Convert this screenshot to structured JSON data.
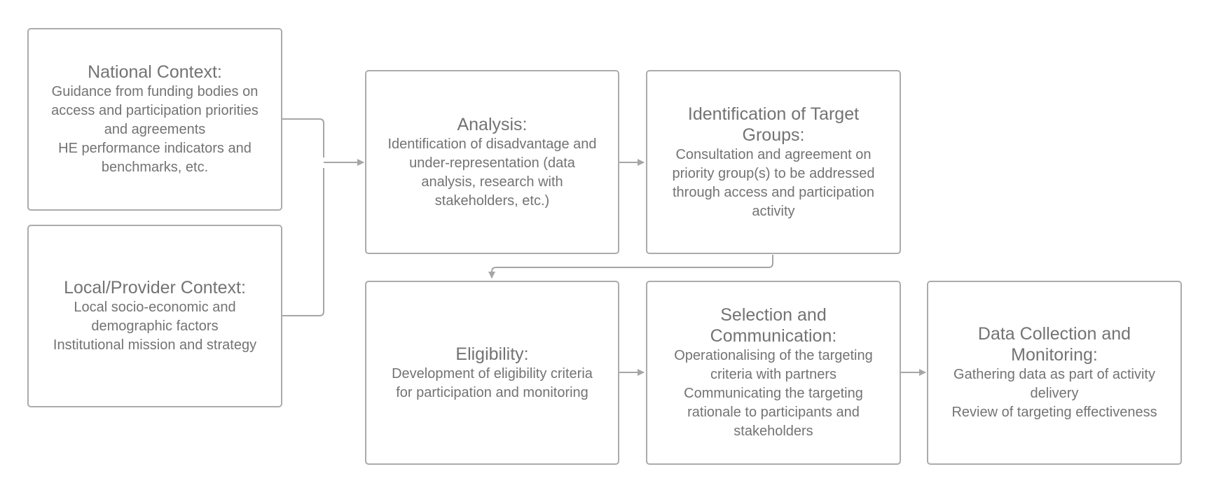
{
  "boxes": {
    "national": {
      "title": "National Context:",
      "lines": [
        "Guidance from funding bodies on",
        "access and participation priorities",
        "and agreements",
        "HE performance indicators and",
        "benchmarks, etc."
      ]
    },
    "local": {
      "title": "Local/Provider Context:",
      "lines": [
        "Local socio-economic and",
        "demographic factors",
        "Institutional mission and strategy"
      ]
    },
    "analysis": {
      "title": "Analysis:",
      "lines": [
        "Identification of disadvantage and",
        "under-representation (data",
        "analysis, research with",
        "stakeholders, etc.)"
      ]
    },
    "target": {
      "title_lines": [
        "Identification of Target",
        "Groups:"
      ],
      "lines": [
        "Consultation and agreement on",
        "priority group(s) to be addressed",
        "through access and participation",
        "activity"
      ]
    },
    "eligibility": {
      "title": "Eligibility:",
      "lines": [
        "Development of eligibility criteria",
        "for participation and monitoring"
      ]
    },
    "selection": {
      "title_lines": [
        "Selection and",
        "Communication:"
      ],
      "lines": [
        "Operationalising of the targeting",
        "criteria with partners",
        "Communicating the targeting",
        "rationale to participants and",
        "stakeholders"
      ]
    },
    "data": {
      "title_lines": [
        "Data Collection and",
        "Monitoring:"
      ],
      "lines": [
        "Gathering data as part of activity",
        "delivery",
        "Review of targeting effectiveness"
      ]
    }
  },
  "colors": {
    "border": "#ababab",
    "text": "#737373",
    "connector": "#a6a6a6"
  }
}
